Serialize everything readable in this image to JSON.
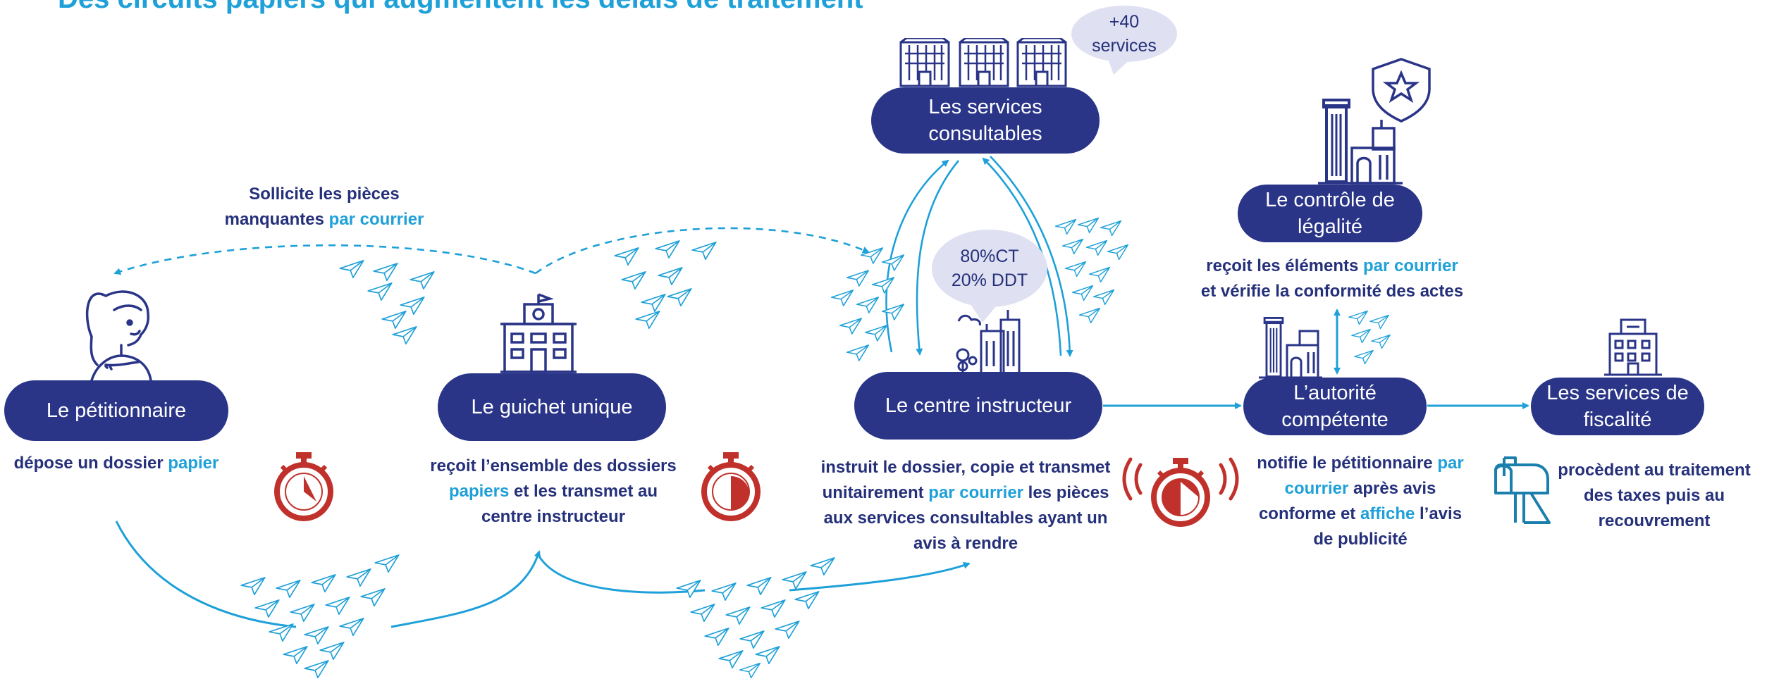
{
  "title": "Des circuits papiers qui augmentent les délais de traitement",
  "actors": {
    "petitionnaire": "Le pétitionnaire",
    "guichet": "Le guichet unique",
    "centre": "Le centre instructeur",
    "services_consultables": "Les services\nconsultables",
    "controle": "Le contrôle de\nlégalité",
    "autorite": "L’autorité\ncompétente",
    "fiscalite": "Les services de\nfiscalité"
  },
  "bubbles": {
    "services_count": "+40\nservices",
    "ct_ddt": "80%CT\n20% DDT"
  },
  "descriptions": {
    "solicite": {
      "l1a": "Sollicite  les pièces",
      "l2a": "manquantes ",
      "l2b": "par courrier"
    },
    "petitionnaire": {
      "a": "dépose un dossier ",
      "b": "papier"
    },
    "guichet": {
      "l1": "reçoit l’ensemble des dossiers",
      "l2a": "papiers",
      "l2b": " et les transmet au",
      "l3": "centre instructeur"
    },
    "centre": {
      "l1": "instruit le dossier, copie et transmet",
      "l2a": "unitairement ",
      "l2b": "par courrier",
      "l2c": " les pièces",
      "l3": "aux services consultables ayant un",
      "l4": "avis à rendre"
    },
    "controle": {
      "l1a": "reçoit les éléments ",
      "l1b": "par courrier",
      "l2": "et vérifie la conformité des actes"
    },
    "autorite": {
      "l1a": "notifie le pétitionnaire ",
      "l1b": "par",
      "l2a": "courrier",
      "l2b": " après avis",
      "l3a": "conforme et ",
      "l3b": "affiche",
      "l3c": " l’avis",
      "l4": "de publicité"
    },
    "fiscalite": {
      "l1": "procèdent au traitement",
      "l2": "des taxes puis au",
      "l3": "recouvrement"
    }
  },
  "colors": {
    "navy": "#2a3588",
    "accent": "#1ea0d8",
    "red": "#c0312b",
    "bubble": "#dfe0f1"
  }
}
